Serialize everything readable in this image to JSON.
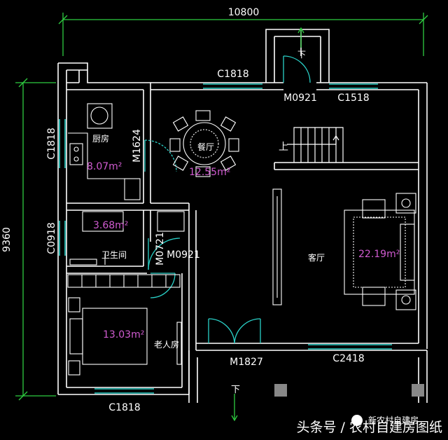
{
  "dimensions": {
    "overall_width": "10800",
    "overall_height": "9360"
  },
  "windows": {
    "c1818_top": "C1818",
    "c1518": "C1518",
    "c1818_left": "C1818",
    "c0918": "C0918",
    "c2418": "C2418",
    "c1818_bottom": "C1818"
  },
  "doors": {
    "m0921_top": "M0921",
    "m1624": "M1624",
    "m0721": "M0721",
    "m0921_mid": "M0921",
    "m1827": "M1827"
  },
  "rooms": {
    "kitchen": {
      "name": "厨房",
      "area": "8.07m²"
    },
    "dining": {
      "name": "餐厅",
      "area": "12.55m²"
    },
    "bathroom": {
      "name": "卫生间",
      "area": "3.68m²"
    },
    "living": {
      "name": "客厅",
      "area": "22.19m²"
    },
    "elder_room": {
      "name": "老人房",
      "area": "13.03m²"
    }
  },
  "stairs": {
    "up": "上",
    "down_top": "下",
    "down_bottom": "下"
  },
  "watermark": {
    "text": "头条号 / 农村自建房图纸",
    "logo_text": "新农村自建房"
  },
  "colors": {
    "background": "#000000",
    "walls": "#ffffff",
    "dimension_lines": "#2ecc40",
    "windows": "#2ad1c8",
    "area_text": "#d05bd0",
    "room_text": "#ffffff"
  }
}
